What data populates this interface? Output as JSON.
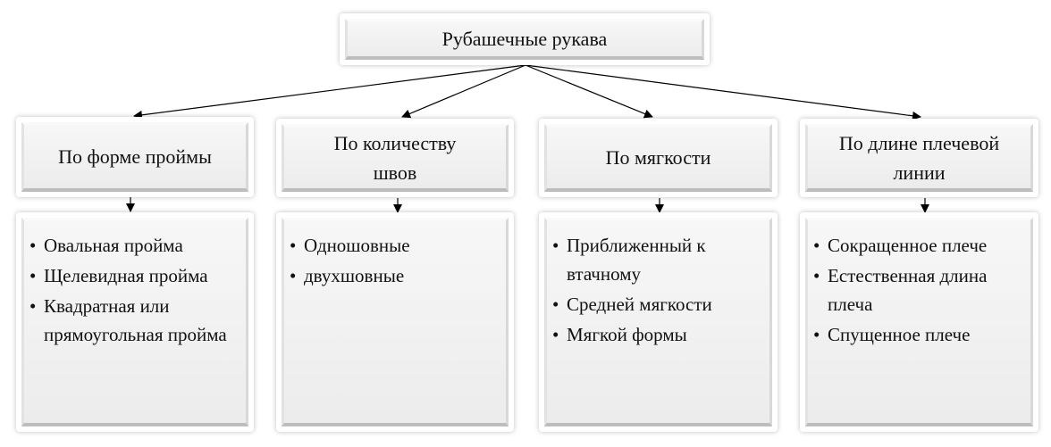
{
  "root": {
    "label": "Рубашечные рукава"
  },
  "categories": [
    {
      "label": "По форме проймы",
      "items": [
        "Овальная пройма",
        "Щелевидная пройма",
        "Квадратная или прямоугольная пройма"
      ]
    },
    {
      "label": "По количеству швов",
      "items": [
        "Одношовные",
        "двухшовные"
      ]
    },
    {
      "label": "По мягкости",
      "items": [
        "Приближенный к втачному",
        "Средней мягкости",
        "Мягкой формы"
      ]
    },
    {
      "label": "По длине плечевой линии",
      "items": [
        "Сокращенное плече",
        "Естественная длина плеча",
        "Спущенное плече"
      ]
    }
  ]
}
